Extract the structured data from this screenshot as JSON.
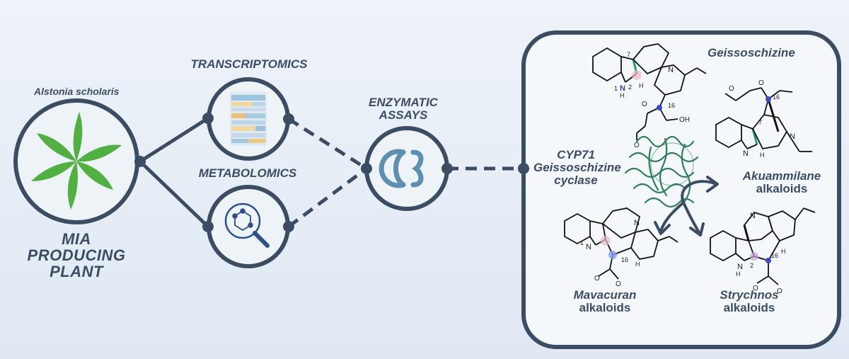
{
  "plant": {
    "species": "Alstonia scholaris",
    "title_lines": [
      "MIA",
      "PRODUCING",
      "PLANT"
    ]
  },
  "methods": {
    "transcriptomics": "TRANSCRIPTOMICS",
    "metabolomics": "METABOLOMICS",
    "assays_lines": [
      "ENZYMATIC",
      "ASSAYS"
    ]
  },
  "panel": {
    "enzyme_lines": [
      "CYP71",
      "Geissoschizine",
      "cyclase"
    ],
    "substrate": "Geissoschizine",
    "products": [
      {
        "name": "Akuammilane",
        "suffix": "alkaloids",
        "italic_name": true
      },
      {
        "name": "Mavacuran",
        "suffix": "alkaloids",
        "italic_name": true
      },
      {
        "name": "Strychnos",
        "suffix": "alkaloids",
        "italic_name": true
      }
    ],
    "atom_labels": {
      "geiss": [
        "7",
        "1",
        "N",
        "2",
        "H",
        "H",
        "N",
        "16",
        "O",
        "O",
        "OH"
      ],
      "akua": [
        "16",
        "7",
        "N",
        "H",
        "N",
        "O",
        "O"
      ],
      "mava": [
        "1",
        "N",
        "16",
        "H",
        "N",
        "O",
        "O"
      ],
      "stry": [
        "N",
        "2",
        "16",
        "H",
        "N",
        "H",
        "O",
        "O"
      ]
    }
  },
  "colors": {
    "ink": "#3c4d63",
    "leaf": "#4caf3f",
    "protein": "#2e7d5b",
    "assay_icon": "#5d8fb0"
  }
}
